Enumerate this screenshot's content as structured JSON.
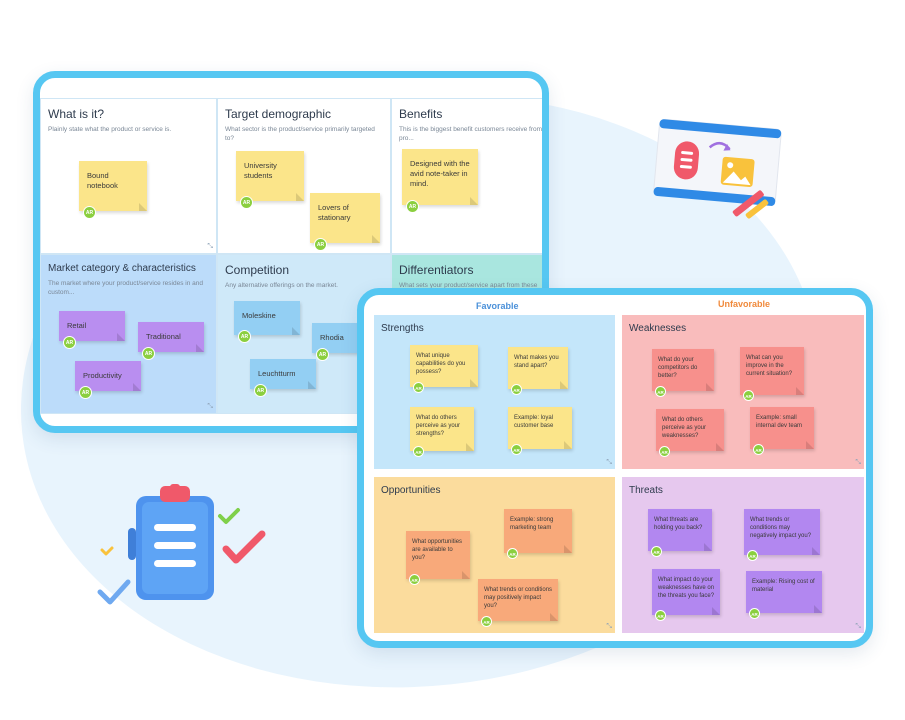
{
  "colors": {
    "frame": "#56c7f2",
    "favorable": "#4a90d9",
    "unfavorable": "#f08a3c",
    "avatar": "#8bcf3f"
  },
  "avatar_initials": "AR",
  "board1": {
    "what": {
      "title": "What is it?",
      "desc": "Plainly state what the product or service is.",
      "notes": [
        "Bound notebook"
      ]
    },
    "target": {
      "title": "Target demographic",
      "desc": "What sector is the product/service primarily targeted to?",
      "notes": [
        "University students",
        "Lovers of stationary"
      ]
    },
    "benefits": {
      "title": "Benefits",
      "desc": "This is the biggest benefit customers receive from pro...",
      "notes": [
        "Designed with the avid note-taker in mind."
      ]
    },
    "market": {
      "title": "Market category & characteristics",
      "desc": "The market where your product/service resides in and custom...",
      "notes": [
        "Retail",
        "Traditional",
        "Productivity"
      ]
    },
    "competition": {
      "title": "Competition",
      "desc": "Any alternative offerings on the market.",
      "notes": [
        "Moleskine",
        "Rhodia",
        "Leuchtturm"
      ]
    },
    "differentiators": {
      "title": "Differentiators",
      "desc": "What sets your product/service apart from these"
    }
  },
  "board2": {
    "favorable": "Favorable",
    "unfavorable": "Unfavorable",
    "strengths": {
      "title": "Strengths",
      "notes": [
        "What unique capabilities do you possess?",
        "What makes you stand apart?",
        "What do others perceive as your strengths?",
        "Example: loyal customer base"
      ]
    },
    "weaknesses": {
      "title": "Weaknesses",
      "notes": [
        "What do your competitors do better?",
        "What can you improve in the current situation?",
        "What do others perceive as your weaknesses?",
        "Example: small internal dev team"
      ]
    },
    "opportunities": {
      "title": "Opportunities",
      "notes": [
        "What opportunities are available to you?",
        "Example: strong marketing team",
        "What trends or conditions may positively impact you?"
      ]
    },
    "threats": {
      "title": "Threats",
      "notes": [
        "What threats are holding you back?",
        "What trends or conditions may negatively impact you?",
        "What impact do your weaknesses have on the threats you face?",
        "Example: Rising cost of material"
      ]
    }
  }
}
